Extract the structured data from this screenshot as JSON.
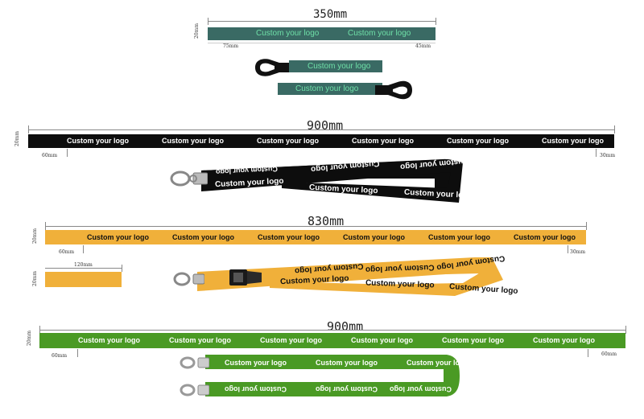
{
  "section1": {
    "title": "350mm",
    "height_label": "20mm",
    "left_label": "75mm",
    "right_label": "45mm",
    "strap_color": "#3a6a64",
    "logo_color": "#6fe0a8",
    "logos": [
      "Custom your logo",
      "Custom your logo"
    ],
    "clip_logo_1": "Custom your logo",
    "clip_logo_2": "Custom your logo"
  },
  "section2": {
    "title": "900mm",
    "height_label": "20mm",
    "left_label": "60mm",
    "right_label": "30mm",
    "strap_color": "#0d0d0d",
    "logo_color": "#ffffff",
    "logos": [
      "Custom your logo",
      "Custom your logo",
      "Custom your logo",
      "Custom your logo",
      "Custom your logo",
      "Custom your logo"
    ],
    "lanyard_logos": [
      "Custom your logo",
      "Custom your logo",
      "Custom your logo",
      "Custom your logo",
      "Custom your logo",
      "Custom your logo"
    ]
  },
  "section3": {
    "title": "830mm",
    "height_label": "20mm",
    "left_label": "60mm",
    "right_label": "30mm",
    "strap_color": "#f0b03a",
    "logo_color": "#111111",
    "logos": [
      "Custom your logo",
      "Custom your logo",
      "Custom your logo",
      "Custom your logo",
      "Custom your logo",
      "Custom your logo"
    ],
    "sample_width_label": "120mm",
    "sample_height_label": "20mm",
    "lanyard_logos": [
      "Custom your logo",
      "Custom your logo",
      "Custom your logo",
      "Custom your logo",
      "Custom your logo",
      "Custom your logo"
    ]
  },
  "section4": {
    "title": "900mm",
    "height_label": "20mm",
    "left_label": "60mm",
    "right_label": "60mm",
    "strap_color": "#4a9a24",
    "logo_color": "#ffffff",
    "logos": [
      "Custom your logo",
      "Custom your logo",
      "Custom your logo",
      "Custom your logo",
      "Custom your logo",
      "Custom your logo"
    ],
    "lanyard_logos": [
      "Custom your logo",
      "Custom your logo",
      "Custom your logo",
      "Custom your logo",
      "Custom your logo",
      "Custom your logo"
    ]
  }
}
